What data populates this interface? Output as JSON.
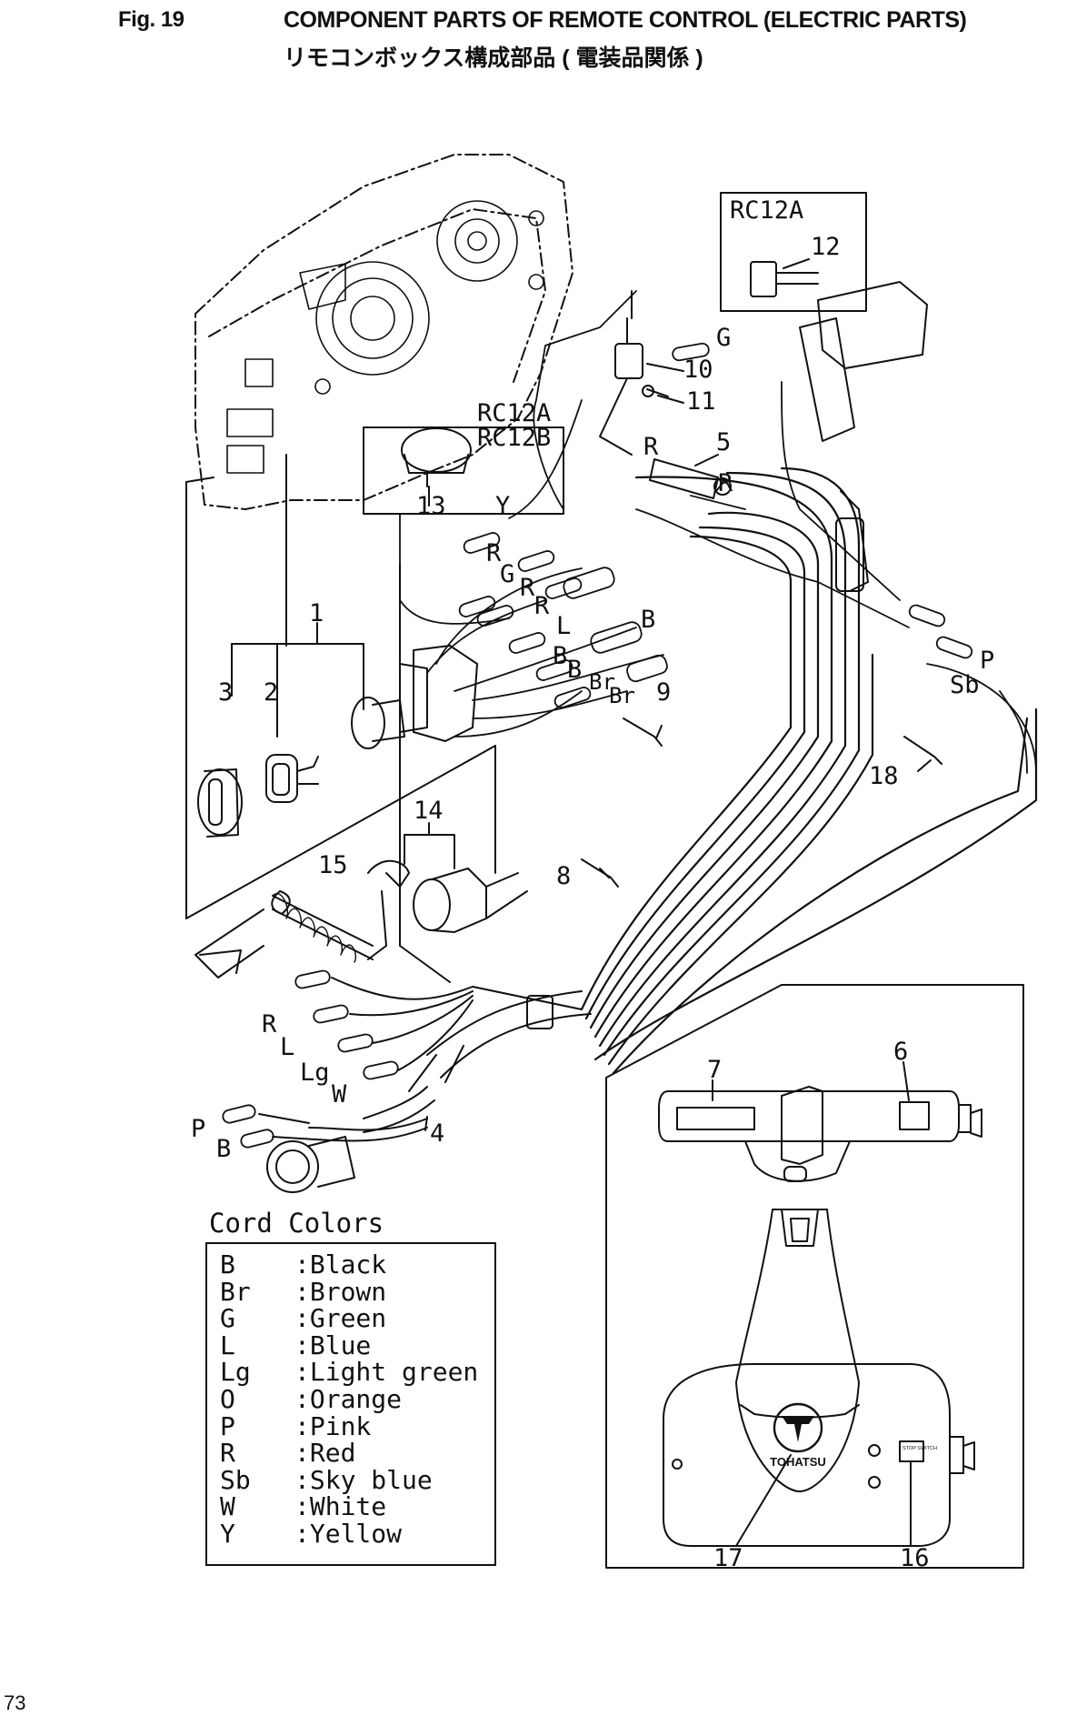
{
  "header": {
    "fig": "Fig. 19",
    "title_en": "COMPONENT PARTS OF REMOTE CONTROL (ELECTRIC PARTS)",
    "title_ja": "リモコンボックス構成部品 ( 電装品関係 )"
  },
  "page_number": "73",
  "labels": {
    "rc12a_box": "RC12A",
    "rc12a": "RC12A",
    "rc12b": "RC12B",
    "parts": [
      "1",
      "2",
      "3",
      "4",
      "5",
      "6",
      "7",
      "8",
      "9",
      "10",
      "11",
      "12",
      "13",
      "14",
      "15",
      "16",
      "17",
      "18"
    ],
    "wire_codes": {
      "g_top": "G",
      "r_5": "R",
      "r_5b": "R",
      "y": "Y",
      "r1": "R",
      "g1": "G",
      "r2": "R",
      "r3": "R",
      "l1": "L",
      "b1": "B",
      "b2": "B",
      "b3": "B",
      "br1": "Br",
      "br2": "Br",
      "p1": "P",
      "sb": "Sb",
      "r4": "R",
      "l2": "L",
      "lg": "Lg",
      "w": "W",
      "p2": "P",
      "b4": "B"
    },
    "brand": "TOHATSU",
    "stop_switch": "STOP SWITCH"
  },
  "legend": {
    "title": "Cord Colors",
    "rows": [
      {
        "code": "B",
        "color": ":Black"
      },
      {
        "code": "Br",
        "color": ":Brown"
      },
      {
        "code": "G",
        "color": ":Green"
      },
      {
        "code": "L",
        "color": ":Blue"
      },
      {
        "code": "Lg",
        "color": ":Light green"
      },
      {
        "code": "O",
        "color": ":Orange"
      },
      {
        "code": "P",
        "color": ":Pink"
      },
      {
        "code": "R",
        "color": ":Red"
      },
      {
        "code": "Sb",
        "color": ":Sky blue"
      },
      {
        "code": "W",
        "color": ":White"
      },
      {
        "code": "Y",
        "color": ":Yellow"
      }
    ]
  }
}
